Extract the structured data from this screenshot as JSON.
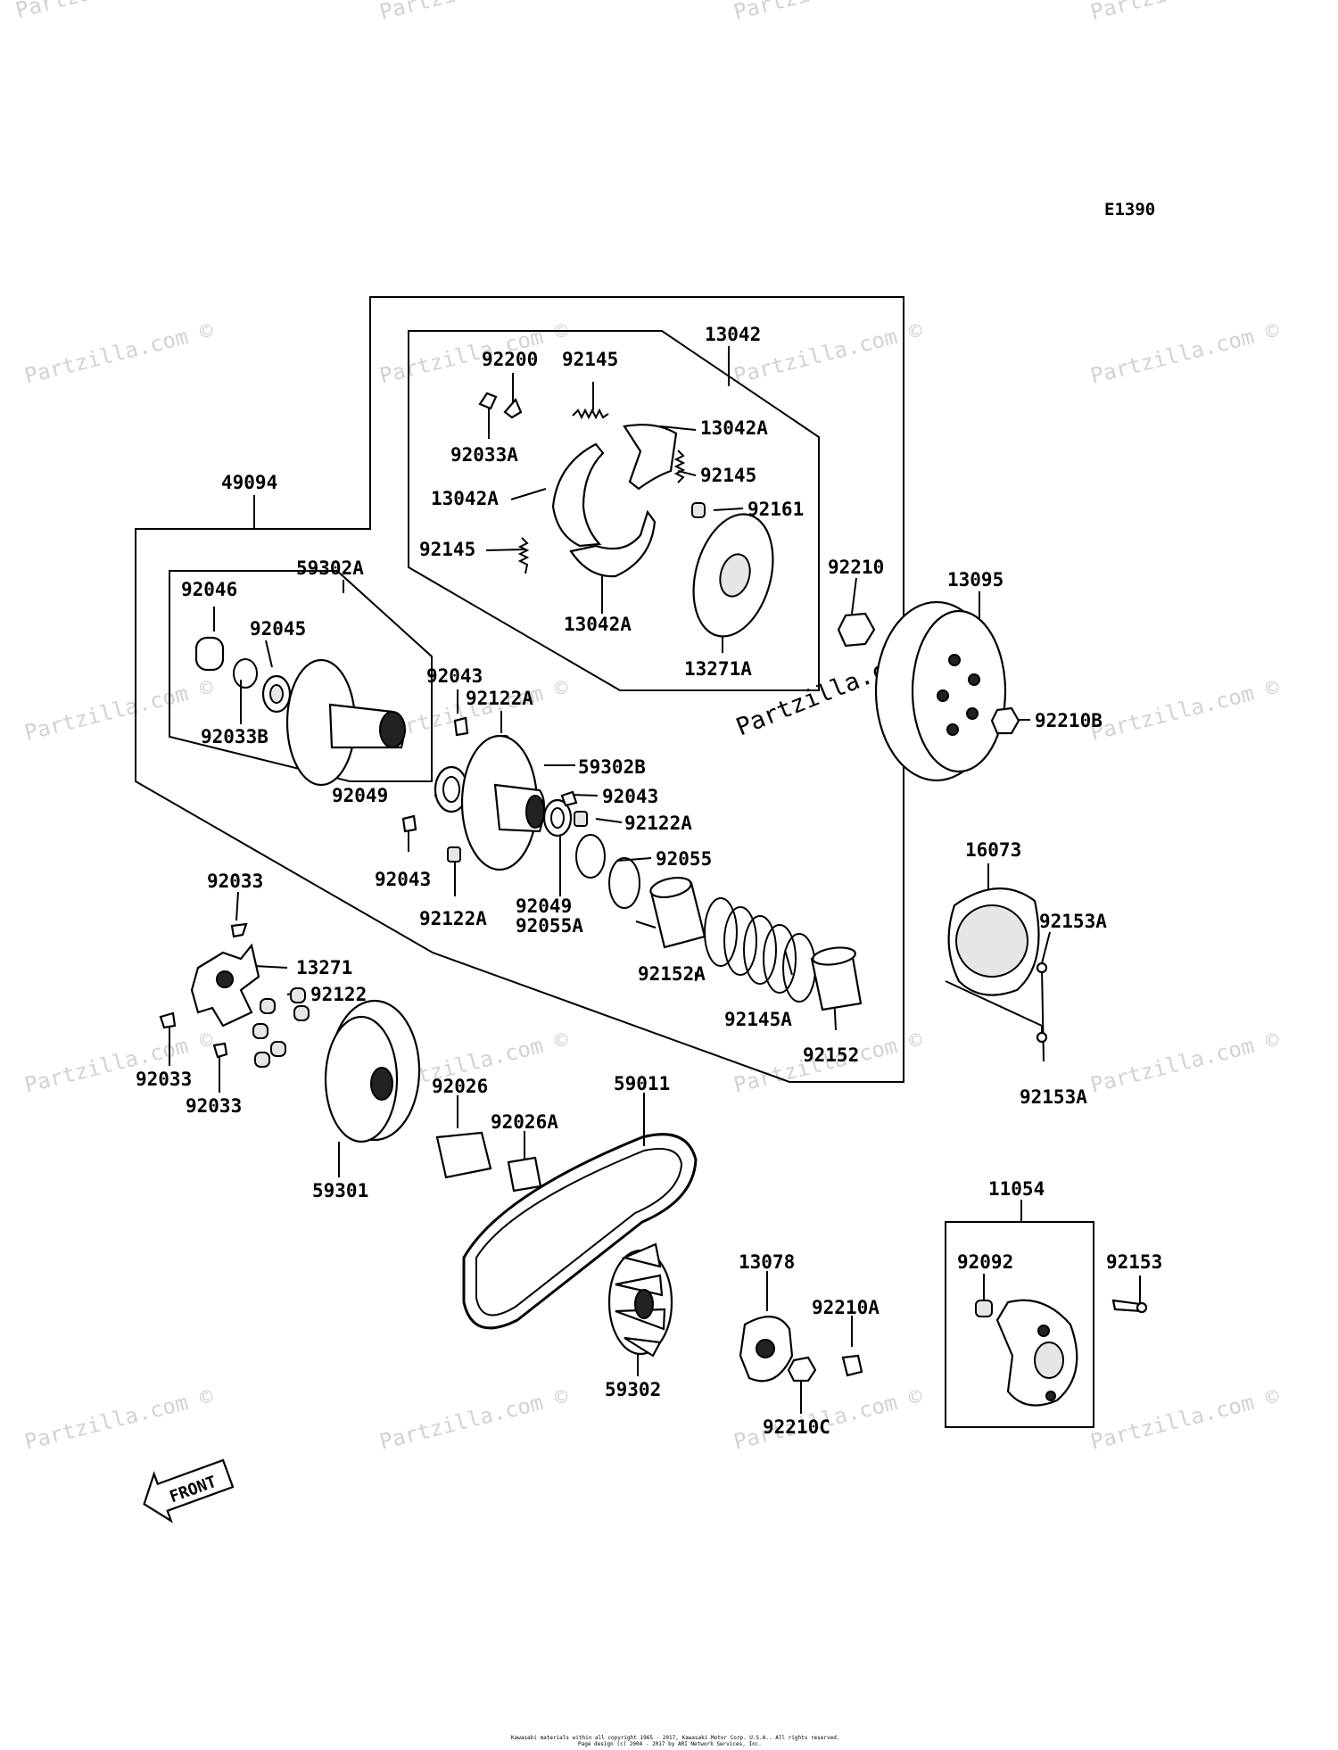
{
  "diagram_code": "E1390",
  "watermark_text": "Partzilla.com ©",
  "watermark_stamp": "Partzilla.com ©",
  "front_label": "FRONT",
  "footer": {
    "line1": "Kawasaki materials within all copyright 1965 - 2017, Kawasaki Motor Corp. U.S.A.. All rights reserved.",
    "line2": "Page design (c) 2004 - 2017 by ARI Network Services, Inc."
  },
  "labels": {
    "p49094": "49094",
    "p13042": "13042",
    "p92200": "92200",
    "p92145_top": "92145",
    "p13042A_r": "13042A",
    "p92033A": "92033A",
    "p92145_r": "92145",
    "p13042A_l": "13042A",
    "p92161": "92161",
    "p92145_l": "92145",
    "p13042A_b": "13042A",
    "p13271A": "13271A",
    "p92210": "92210",
    "p13095": "13095",
    "p92210B": "92210B",
    "p59302A": "59302A",
    "p92046": "92046",
    "p92045": "92045",
    "p92033B": "92033B",
    "p92043_a": "92043",
    "p92122A_a": "92122A",
    "p59302B": "59302B",
    "p92049_a": "92049",
    "p92043_b": "92043",
    "p92122A_b": "92122A",
    "p92055": "92055",
    "p92043_c": "92043",
    "p92122A_c": "92122A",
    "p92049_b": "92049",
    "p92055A": "92055A",
    "p92152A": "92152A",
    "p92145A": "92145A",
    "p92152": "92152",
    "p16073": "16073",
    "p92153A_a": "92153A",
    "p92153A_b": "92153A",
    "p92033_top": "92033",
    "p13271": "13271",
    "p92122": "92122",
    "p92033_l": "92033",
    "p92033_b": "92033",
    "p92026": "92026",
    "p92026A": "92026A",
    "p59011": "59011",
    "p59301": "59301",
    "p13078": "13078",
    "p92210A": "92210A",
    "p59302": "59302",
    "p92210C": "92210C",
    "p11054": "11054",
    "p92092": "92092",
    "p92153": "92153"
  }
}
